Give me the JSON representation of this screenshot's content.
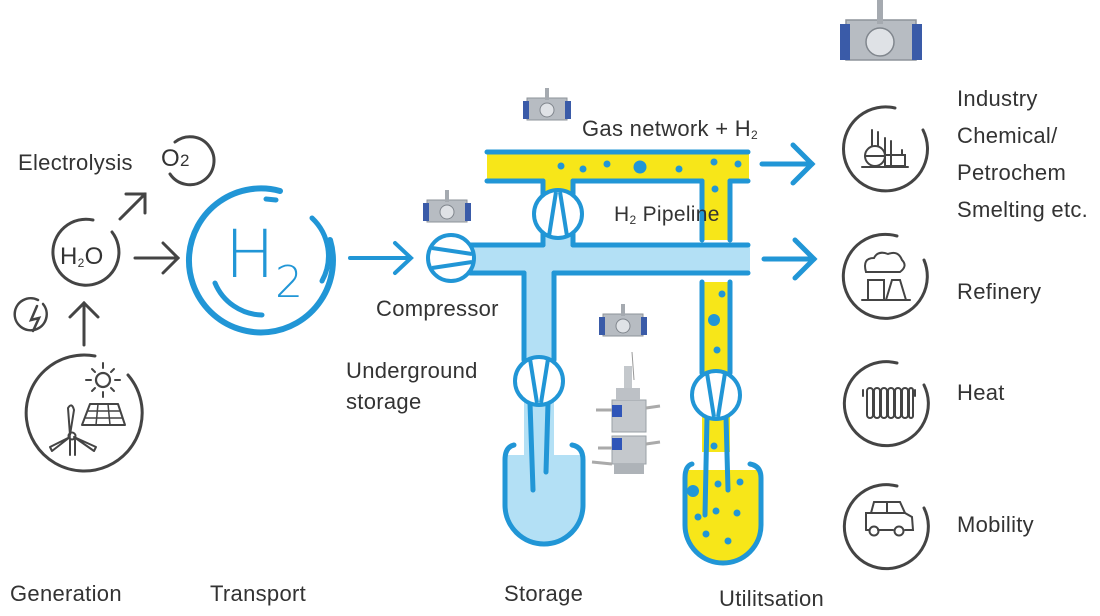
{
  "colors": {
    "blue": "#2196d6",
    "light_blue": "#b3e0f5",
    "yellow": "#f7e619",
    "dark": "#444444"
  },
  "generation": {
    "electrolysis": "Electrolysis",
    "o2": "O",
    "o2_sub": "2",
    "h2o_h": "H",
    "h2o_sub": "2",
    "h2o_o": "O",
    "power_icon": "lightning-icon",
    "renewables_icon": "wind-solar-icon"
  },
  "transport": {
    "h2_main": "H",
    "h2_sub": "2",
    "compressor": "Compressor"
  },
  "storage": {
    "underground_line1": "Underground",
    "underground_line2": "storage"
  },
  "network": {
    "gas_network": "Gas network + H",
    "gas_network_sub": "2",
    "pipeline_prefix": "H",
    "pipeline_sub": "2",
    "pipeline_label": " Pipeline"
  },
  "utilisation": {
    "items": [
      {
        "icon": "chemical-plant-icon",
        "lines": [
          "Industry",
          "Chemical/",
          "Petrochem",
          "Smelting etc."
        ]
      },
      {
        "icon": "refinery-icon",
        "lines": [
          "Refinery"
        ]
      },
      {
        "icon": "radiator-icon",
        "lines": [
          "Heat"
        ]
      },
      {
        "icon": "car-icon",
        "lines": [
          "Mobility"
        ]
      }
    ]
  },
  "stages": [
    "Generation",
    "Transport",
    "Storage",
    "Utilitsation"
  ]
}
